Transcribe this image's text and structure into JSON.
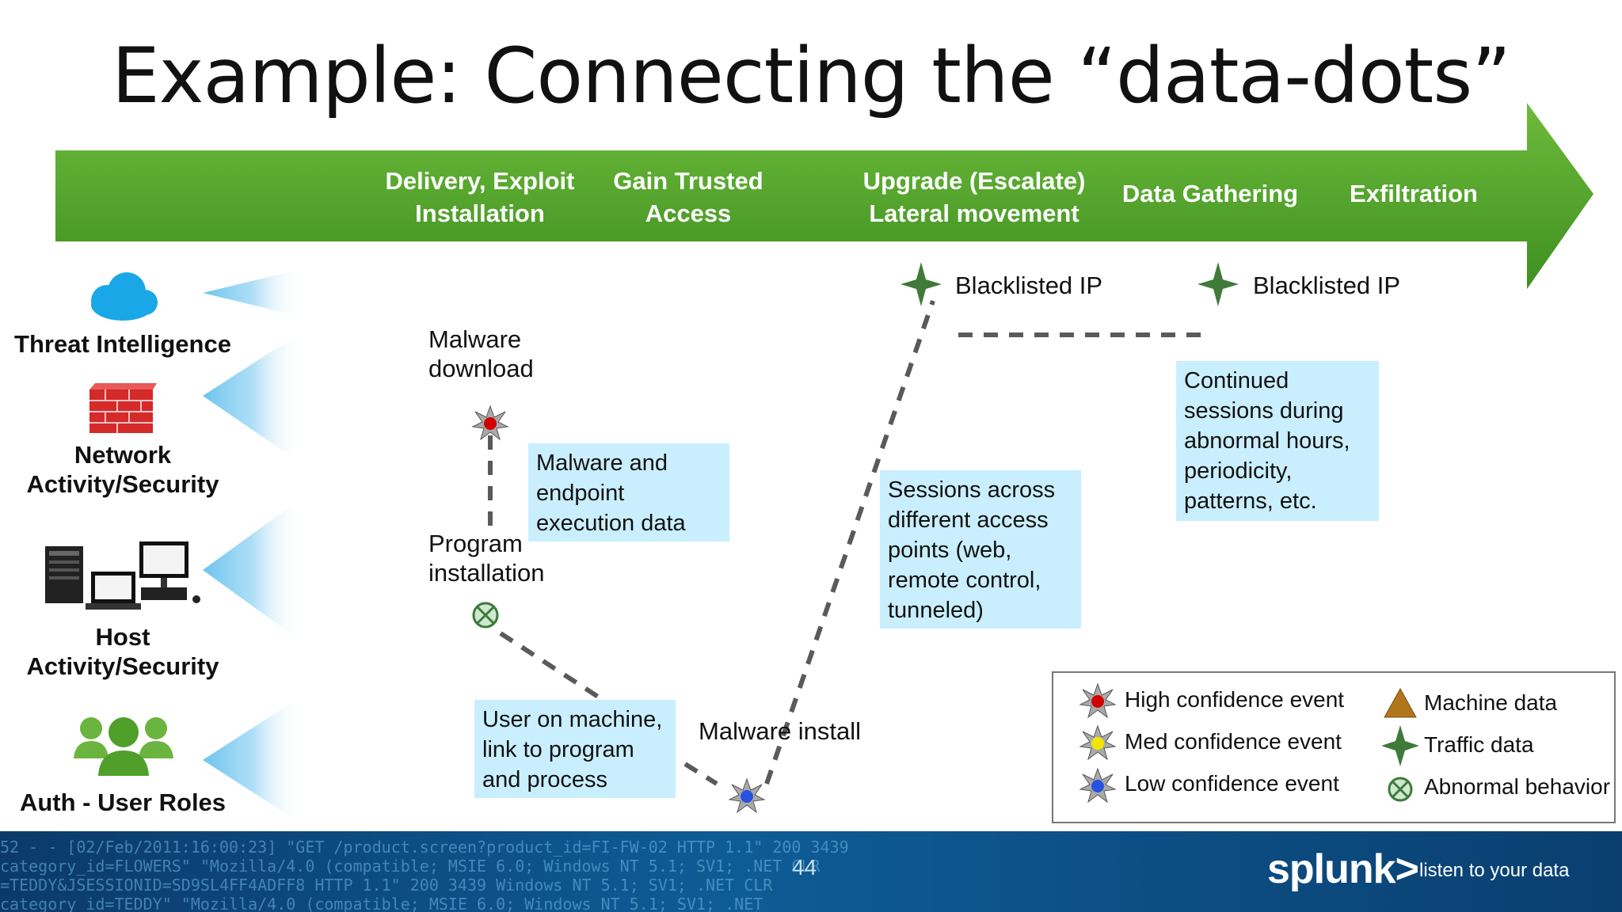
{
  "title": "Example: Connecting the “data-dots”",
  "stages": [
    {
      "line1": "Delivery, Exploit",
      "line2": "Installation"
    },
    {
      "line1": "Gain Trusted",
      "line2": "Access"
    },
    {
      "line1": "Upgrade (Escalate)",
      "line2": "Lateral movement"
    },
    {
      "line1": "Data Gathering",
      "line2": ""
    },
    {
      "line1": "Exfiltration",
      "line2": ""
    }
  ],
  "sources": [
    {
      "label": "Threat Intelligence",
      "icon": "cloud-icon"
    },
    {
      "label": "Network Activity/Security",
      "icon": "firewall-icon"
    },
    {
      "label": "Host Activity/Security",
      "icon": "computers-icon"
    },
    {
      "label": "Auth - User Roles",
      "icon": "users-icon"
    }
  ],
  "events": {
    "malware_download": "Malware download",
    "program_installation": "Program installation",
    "malware_install": "Malware install",
    "blacklisted_ip_1": "Blacklisted IP",
    "blacklisted_ip_2": "Blacklisted IP"
  },
  "boxes": {
    "endpoint": "Malware and endpoint execution data",
    "user_link": "User on machine, link to program and process",
    "sessions": "Sessions across different access points (web, remote control, tunneled)",
    "continued": "Continued sessions during abnormal hours, periodicity, patterns, etc."
  },
  "legend": {
    "high": "High confidence event",
    "med": "Med confidence event",
    "low": "Low confidence event",
    "machine": "Machine data",
    "traffic": "Traffic data",
    "abnormal": "Abnormal behavior"
  },
  "colors": {
    "arrow_green": "#4f9f2a",
    "panel_blue": "#c9efff",
    "high": "#d00000",
    "med": "#f2e600",
    "low": "#2a52e0",
    "traffic_star": "#3f7a3a",
    "machine_triangle": "#b0761c"
  },
  "footer": {
    "page_number": "44",
    "brand": "splunk>",
    "tagline": "listen to your data"
  }
}
